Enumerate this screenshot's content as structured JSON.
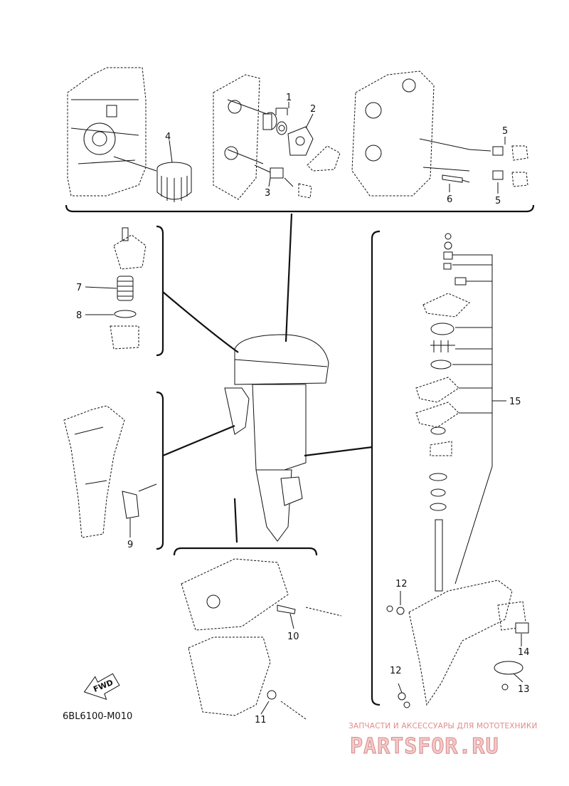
{
  "diagram": {
    "code": "6BL6100-M010",
    "fwd_label": "FWD",
    "callouts": {
      "c1": "1",
      "c2": "2",
      "c3": "3",
      "c4": "4",
      "c5a": "5",
      "c5b": "5",
      "c6": "6",
      "c7": "7",
      "c8": "8",
      "c9": "9",
      "c10": "10",
      "c11": "11",
      "c12a": "12",
      "c12b": "12",
      "c13": "13",
      "c14": "14",
      "c15": "15"
    }
  },
  "watermark": {
    "subtitle": "ЗАПЧАСТИ И АКСЕССУАРЫ ДЛЯ МОТОТЕХНИКИ",
    "brand": "PARTSFOR.RU"
  }
}
